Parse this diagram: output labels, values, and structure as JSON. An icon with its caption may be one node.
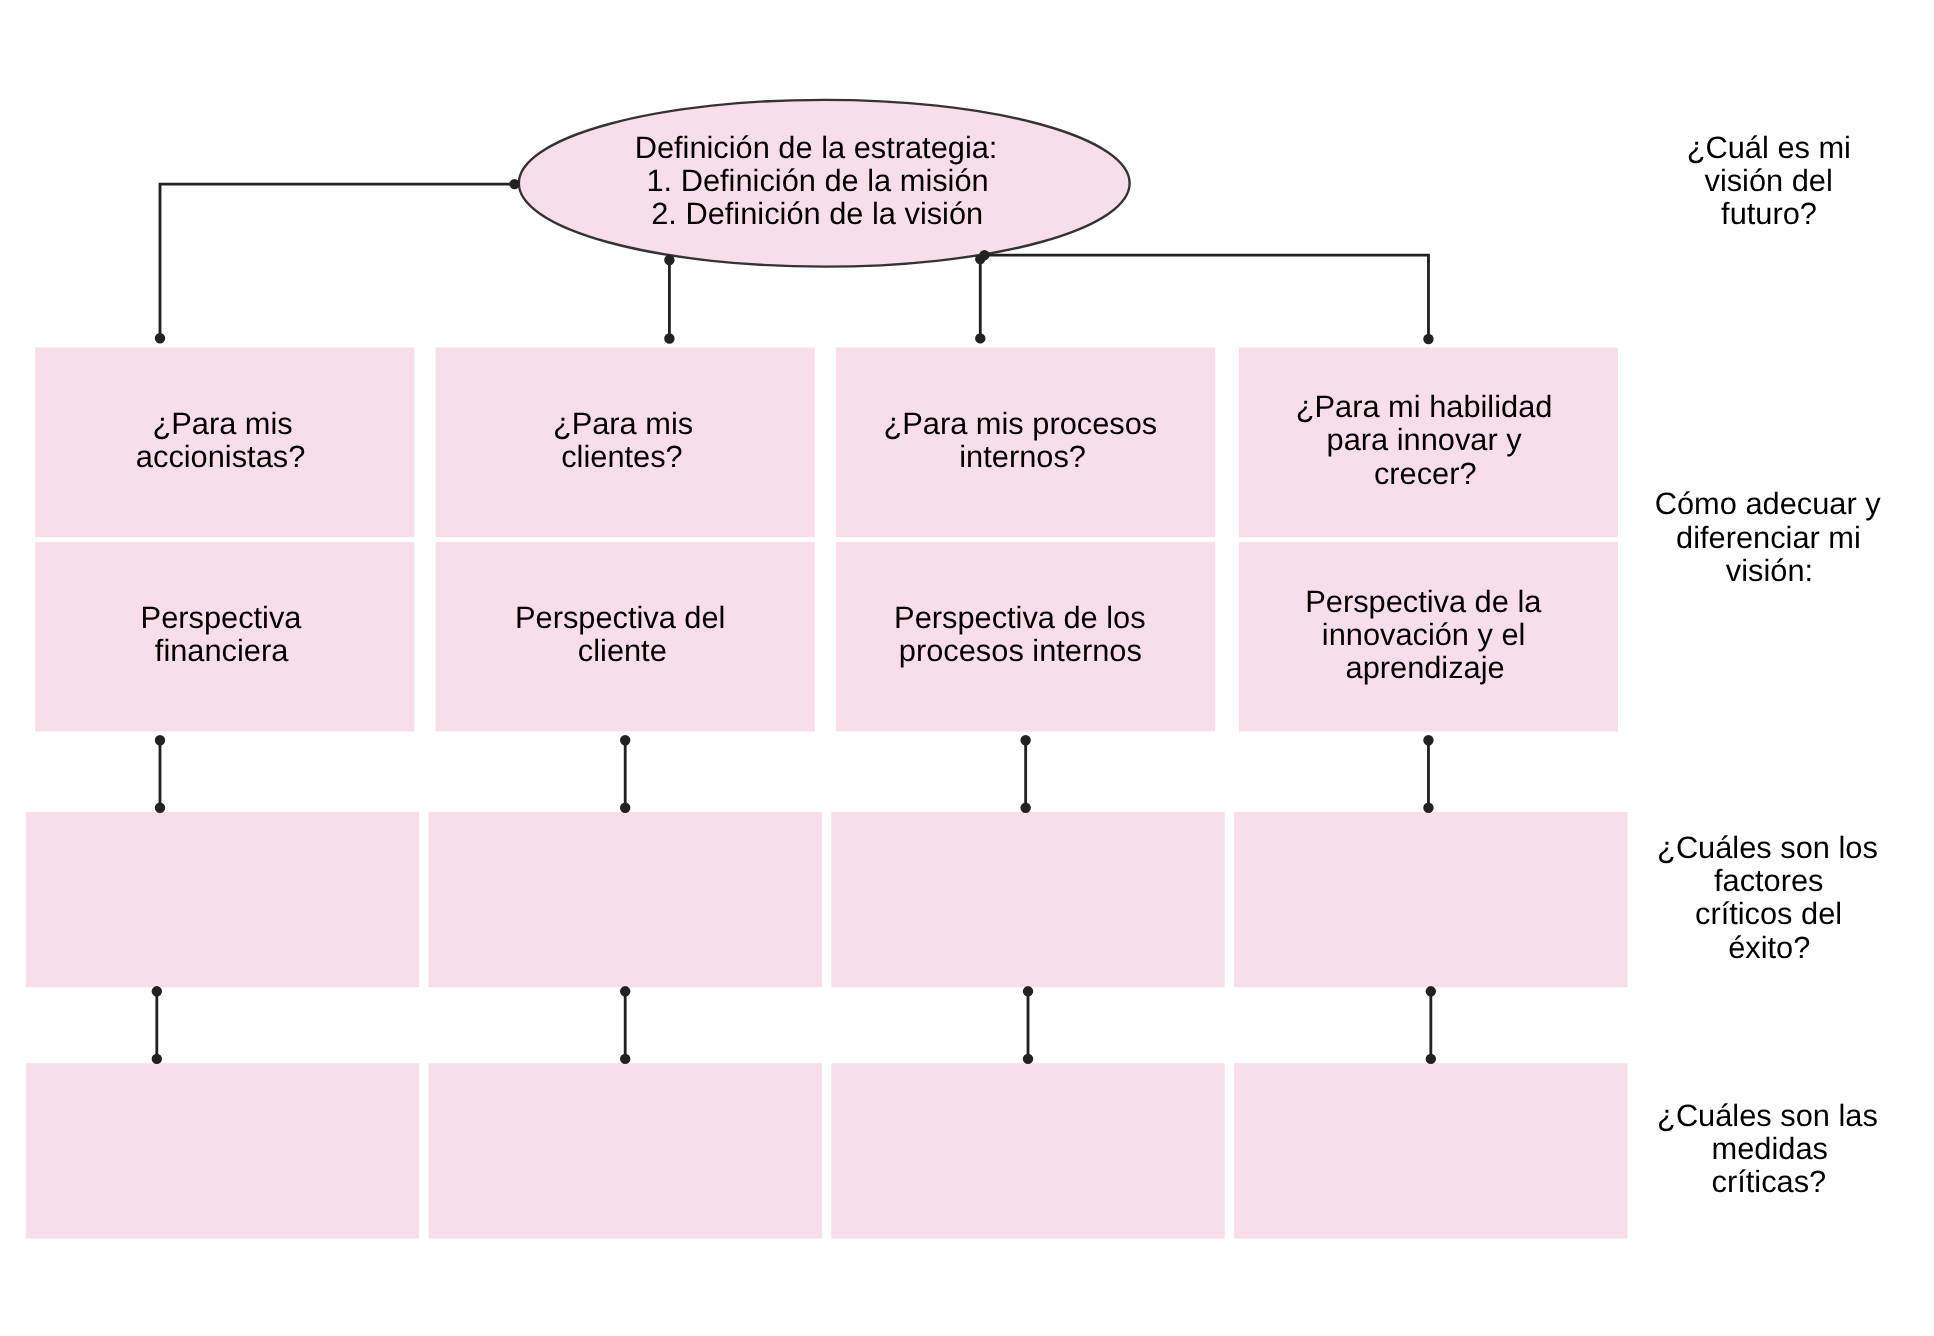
{
  "diagram": {
    "nodes": [
      {
        "text": [
          "Definición de la estrategia:",
          "1. Definición de la misión",
          "2. Definición de la visión"
        ]
      },
      {
        "text": [
          "¿Para mis accionistas?",
          "Perspectiva financiera"
        ]
      },
      {
        "text": [
          "¿Para mis clientes?",
          "Perspectiva del cliente"
        ]
      },
      {
        "text": [
          "¿Para mis procesos internos?",
          "Perspectiva de los procesos internos"
        ]
      },
      {
        "text": [
          "¿Para mi habilidad para innovar y crecer?",
          "Perspectiva de la innovación y el aprendizaje"
        ]
      },
      {
        "text": [],
        "shape": "box"
      },
      {
        "text": [],
        "shape": "box"
      },
      {
        "text": [],
        "shape": "box"
      },
      {
        "text": [],
        "shape": "box"
      },
      {
        "text": [],
        "shape": "box"
      },
      {
        "text": [],
        "shape": "box"
      },
      {
        "text": [],
        "shape": "box"
      },
      {
        "text": [],
        "shape": "box"
      }
    ],
    "edges": [
      {
        "from": 0,
        "to": 1,
        "arrow": "other"
      },
      {
        "from": 0,
        "to": 2,
        "arrow": "other"
      },
      {
        "from": 0,
        "to": 3,
        "arrow": "other"
      },
      {
        "from": 0,
        "to": 4,
        "arrow": "other"
      },
      {
        "from": 1,
        "to": 5,
        "arrow": "other"
      },
      {
        "from": 2,
        "to": 6,
        "arrow": "other"
      },
      {
        "from": 3,
        "to": 7,
        "arrow": "other"
      },
      {
        "from": 4,
        "to": 8,
        "arrow": "other"
      },
      {
        "from": 5,
        "to": 9,
        "arrow": "other"
      },
      {
        "from": 6,
        "to": 10,
        "arrow": "other"
      },
      {
        "from": 7,
        "to": 11,
        "arrow": "other"
      },
      {
        "from": 8,
        "to": 12,
        "arrow": "other"
      }
    ],
    "labels": [
      "¿Cuál es mi visión del futuro?",
      "Cómo adecuar y diferenciar mi visión:",
      "¿Cuáles son los factores críticos del éxito?",
      "¿Cuáles son las medidas críticas?"
    ]
  }
}
